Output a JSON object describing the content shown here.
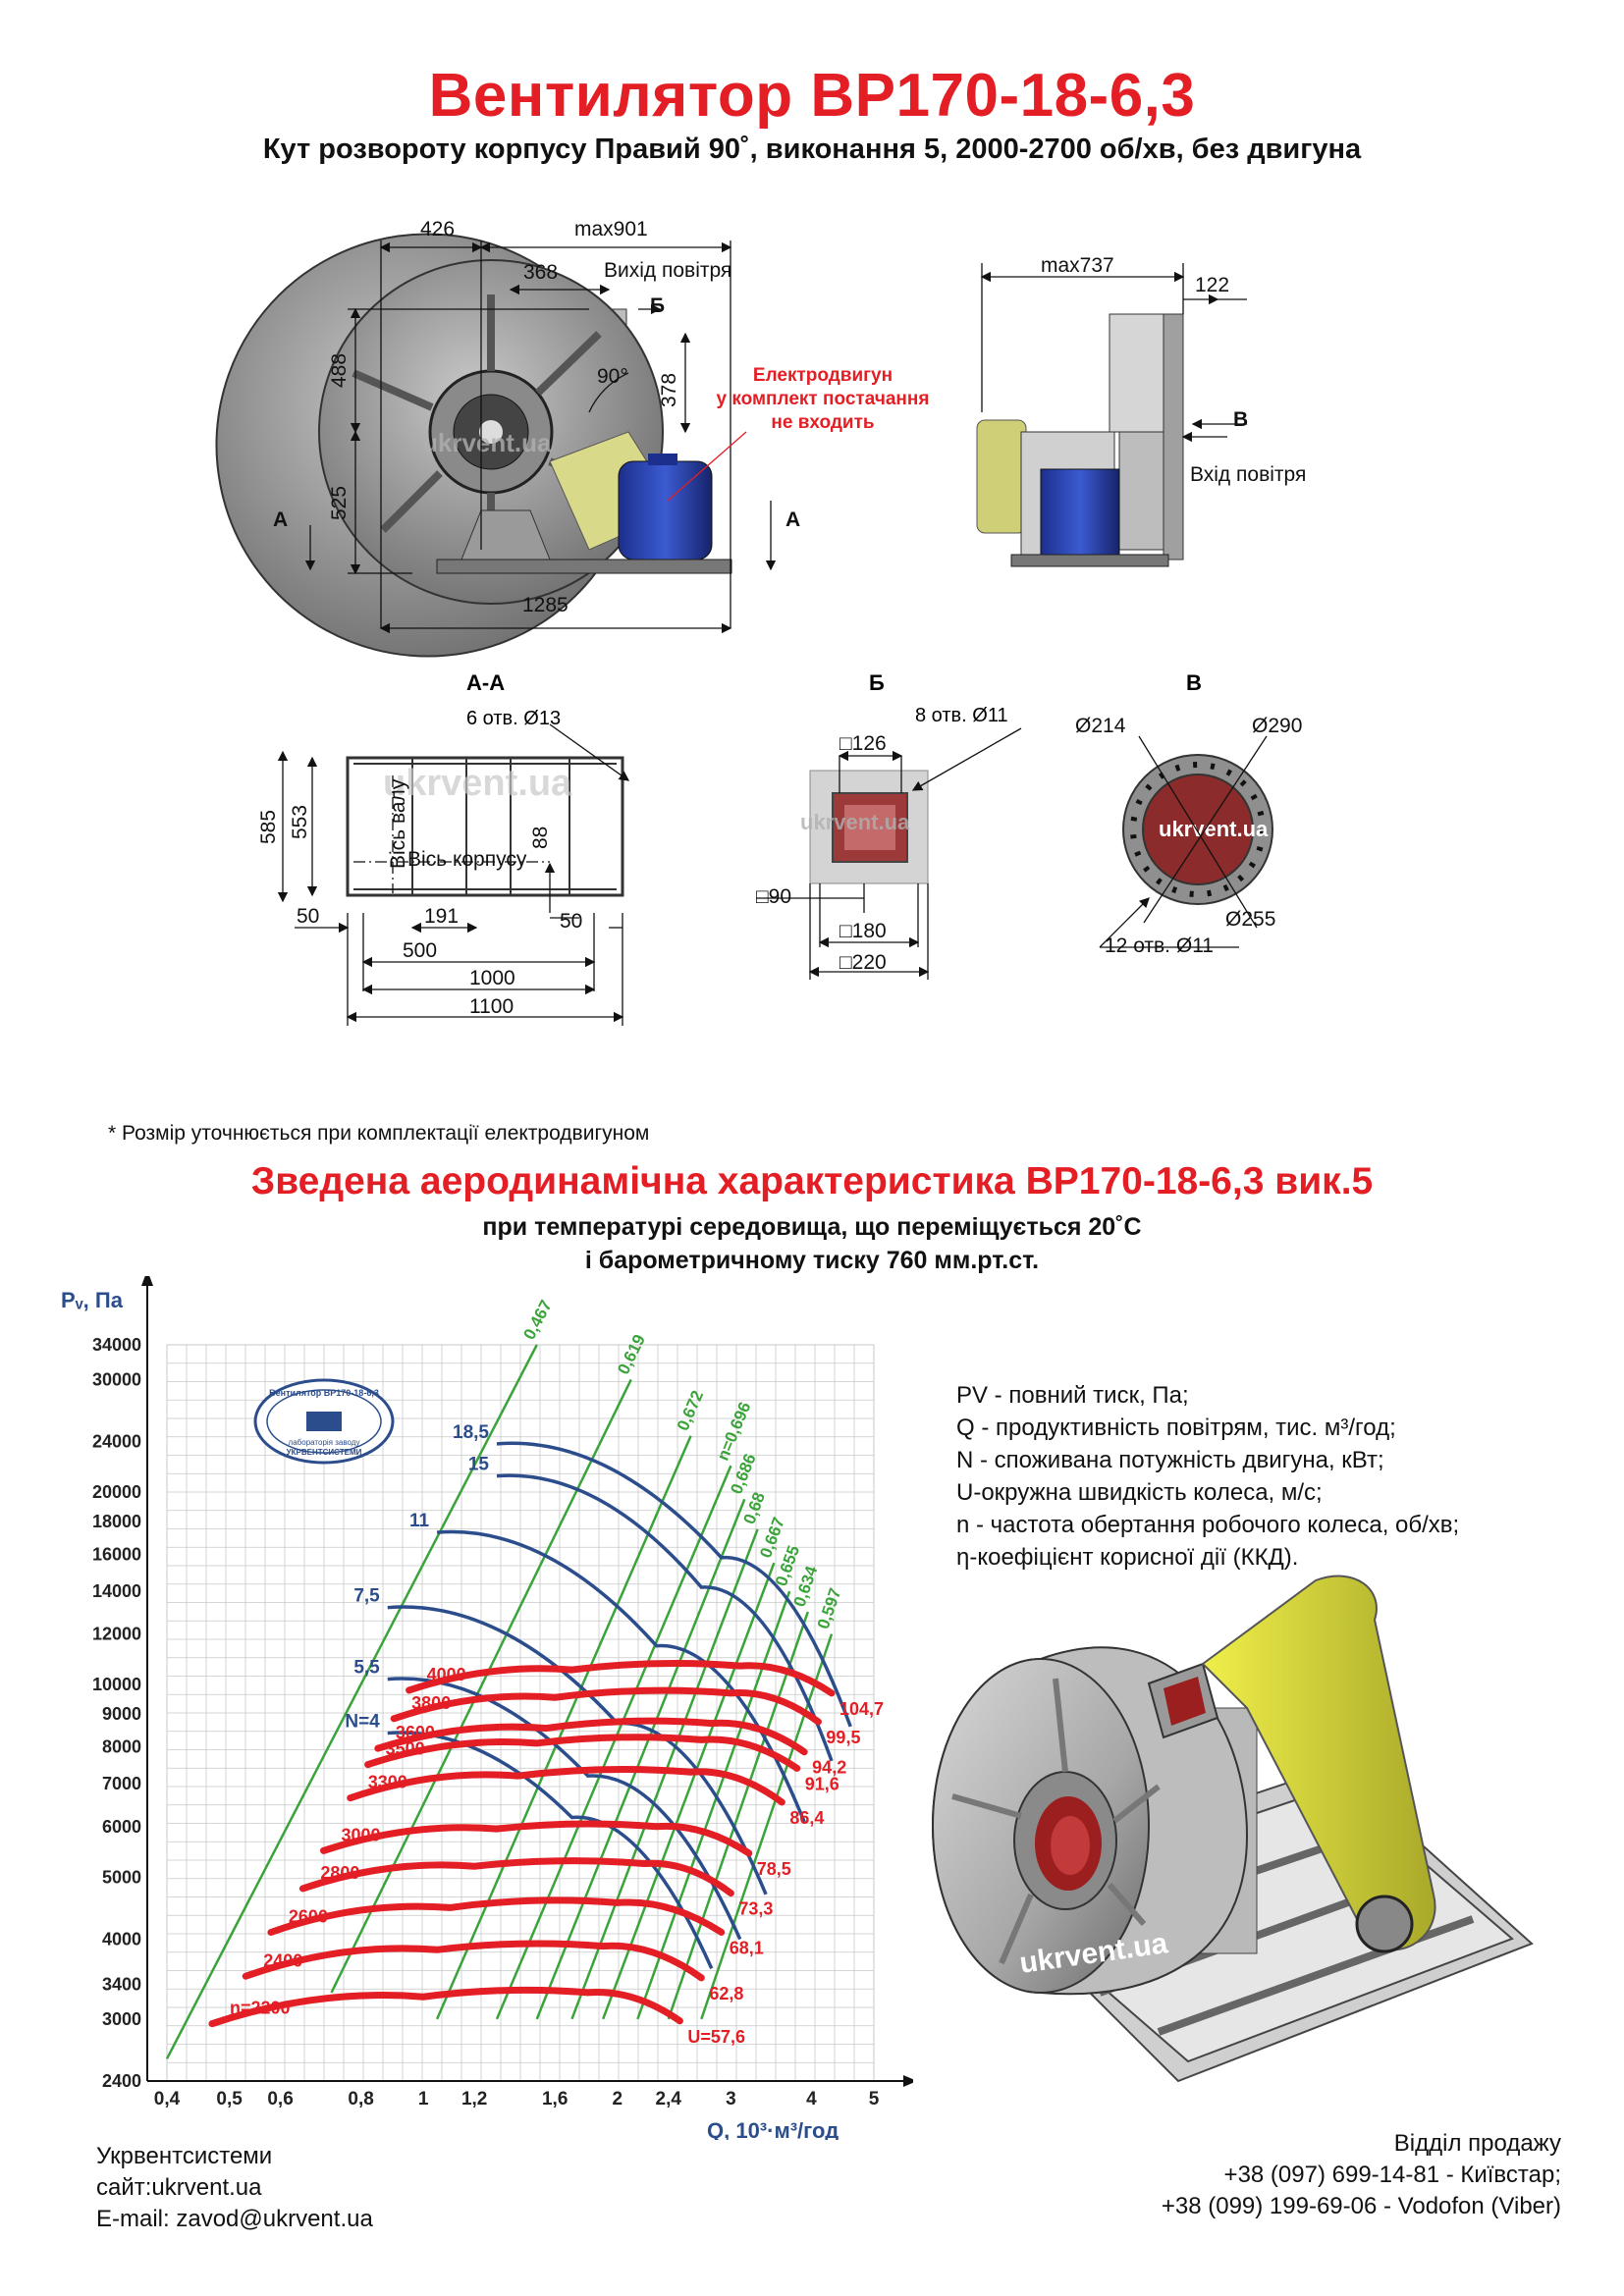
{
  "header": {
    "title": "Вентилятор ВР170-18-6,3",
    "subtitle": "Кут розвороту корпусу Правий 90˚, виконання 5, 2000-2700 об/хв, без двигуна"
  },
  "drawing": {
    "front": {
      "dims": [
        "426",
        "max901",
        "368",
        "488",
        "525",
        "378",
        "1285",
        "90°"
      ],
      "outlet_label": "Вихід повітря",
      "section_b": "Б",
      "section_a": "А",
      "motor_note": [
        "Електродвигун",
        "у комплект постачання",
        "не входить"
      ],
      "watermark": "ukrvent.ua"
    },
    "side": {
      "dims": [
        "max737",
        "122"
      ],
      "section_v": "В",
      "inlet_label": "Вхід повітря"
    },
    "section_aa": {
      "title": "А-А",
      "holes": "6 отв. Ø13",
      "dims": [
        "585",
        "553",
        "88",
        "50",
        "191",
        "50",
        "500",
        "1000",
        "1100"
      ],
      "shaft_axis": "Вісь валу",
      "body_axis": "Вісь корпусу"
    },
    "section_b_view": {
      "title": "Б",
      "holes": "8 отв. Ø11",
      "dims": [
        "□126",
        "□90",
        "□180",
        "□220"
      ]
    },
    "section_v_view": {
      "title": "В",
      "dims": [
        "Ø214",
        "Ø290",
        "Ø255"
      ],
      "holes": "12 отв. Ø11"
    },
    "footnote": "* Розмір уточнюється при комплектації електродвигуном"
  },
  "chart_title": {
    "title": "Зведена аеродинамічна характеристика ВР170-18-6,3 вик.5",
    "line1": "при температурі середовища, що переміщується 20˚С",
    "line2": "і барометричному тиску 760 мм.рт.ст."
  },
  "chart_data": {
    "type": "line",
    "xlabel": "Q, 10³·м³/год",
    "ylabel": "Pᵥ, Па",
    "x_scale": "log",
    "y_scale": "log",
    "xlim": [
      0.4,
      5
    ],
    "ylim": [
      2400,
      34000
    ],
    "x_ticks": [
      "0,4",
      "0,5",
      "0,6",
      "0,8",
      "1",
      "1,2",
      "1,6",
      "2",
      "2,4",
      "3",
      "4",
      "5"
    ],
    "x_tick_values": [
      0.4,
      0.5,
      0.6,
      0.8,
      1,
      1.2,
      1.6,
      2,
      2.4,
      3,
      4,
      5
    ],
    "y_ticks": [
      "2400",
      "3000",
      "3400",
      "4000",
      "5000",
      "6000",
      "7000",
      "8000",
      "9000",
      "10000",
      "12000",
      "14000",
      "16000",
      "18000",
      "20000",
      "24000",
      "30000",
      "34000"
    ],
    "y_tick_values": [
      2400,
      3000,
      3400,
      4000,
      5000,
      6000,
      7000,
      8000,
      9000,
      10000,
      12000,
      14000,
      16000,
      18000,
      20000,
      24000,
      30000,
      34000
    ],
    "speed_curves": [
      {
        "rpm": "n=2200",
        "u": "U=57,6",
        "x": [
          0.47,
          1.0,
          1.8,
          2.5
        ],
        "y": [
          2950,
          3250,
          3300,
          2980
        ]
      },
      {
        "rpm": "2400",
        "u": "62,8",
        "x": [
          0.53,
          1.05,
          1.9,
          2.7
        ],
        "y": [
          3500,
          3850,
          3900,
          3480
        ]
      },
      {
        "rpm": "2600",
        "u": "68,1",
        "x": [
          0.58,
          1.1,
          2.0,
          2.9
        ],
        "y": [
          4100,
          4480,
          4560,
          4100
        ]
      },
      {
        "rpm": "2800",
        "u": "73,3",
        "x": [
          0.65,
          1.2,
          2.2,
          3.0
        ],
        "y": [
          4800,
          5200,
          5250,
          4720
        ]
      },
      {
        "rpm": "3000",
        "u": "78,5",
        "x": [
          0.7,
          1.3,
          2.3,
          3.2
        ],
        "y": [
          5500,
          5950,
          6000,
          5450
        ]
      },
      {
        "rpm": "3300",
        "u": "86,4",
        "x": [
          0.77,
          1.4,
          2.6,
          3.6
        ],
        "y": [
          6650,
          7200,
          7300,
          6550
        ]
      },
      {
        "rpm": "3500",
        "u": "91,6",
        "x": [
          0.82,
          1.5,
          2.7,
          3.8
        ],
        "y": [
          7500,
          8100,
          8200,
          7400
        ]
      },
      {
        "rpm": "3600",
        "u": "94,2",
        "x": [
          0.85,
          1.55,
          2.8,
          3.9
        ],
        "y": [
          7950,
          8550,
          8700,
          7850
        ]
      },
      {
        "rpm": "3800",
        "u": "99,5",
        "x": [
          0.9,
          1.6,
          3.0,
          4.1
        ],
        "y": [
          8850,
          9550,
          9700,
          8750
        ]
      },
      {
        "rpm": "4000",
        "u": "104,7",
        "x": [
          0.95,
          1.7,
          3.1,
          4.3
        ],
        "y": [
          9800,
          10550,
          10700,
          9700
        ]
      }
    ],
    "power_curves": [
      {
        "name": "N=4",
        "x": [
          0.88,
          1.7,
          2.8
        ],
        "y": [
          8400,
          6200,
          3600
        ]
      },
      {
        "name": "5,5",
        "x": [
          0.88,
          1.8,
          3.1
        ],
        "y": [
          10200,
          7200,
          4000
        ]
      },
      {
        "name": "7,5",
        "x": [
          0.88,
          2.0,
          3.4
        ],
        "y": [
          13200,
          8700,
          4700
        ]
      },
      {
        "name": "11",
        "x": [
          1.05,
          2.3,
          3.9
        ],
        "y": [
          17300,
          11500,
          6100
        ]
      },
      {
        "name": "15",
        "x": [
          1.3,
          2.7,
          4.3
        ],
        "y": [
          21200,
          14200,
          7600
        ]
      },
      {
        "name": "18,5",
        "x": [
          1.3,
          2.9,
          4.6
        ],
        "y": [
          23800,
          15800,
          8600
        ]
      }
    ],
    "efficiency_lines": [
      {
        "name": "0,467",
        "x": [
          0.4,
          1.5
        ],
        "y": [
          2600,
          34000
        ]
      },
      {
        "name": "0,619",
        "x": [
          0.72,
          2.1
        ],
        "y": [
          3300,
          30000
        ]
      },
      {
        "name": "0,672",
        "x": [
          1.05,
          2.6
        ],
        "y": [
          3000,
          24500
        ]
      },
      {
        "name": "n=0,696",
        "x": [
          1.3,
          3.0
        ],
        "y": [
          3000,
          22000
        ]
      },
      {
        "name": "0,686",
        "x": [
          1.5,
          3.15
        ],
        "y": [
          3000,
          19500
        ]
      },
      {
        "name": "0,68",
        "x": [
          1.7,
          3.3
        ],
        "y": [
          3000,
          17500
        ]
      },
      {
        "name": "0,667",
        "x": [
          1.9,
          3.5
        ],
        "y": [
          3000,
          15500
        ]
      },
      {
        "name": "0,655",
        "x": [
          2.15,
          3.7
        ],
        "y": [
          3000,
          14000
        ]
      },
      {
        "name": "0,634",
        "x": [
          2.4,
          3.95
        ],
        "y": [
          3000,
          13000
        ]
      },
      {
        "name": "0,597",
        "x": [
          2.7,
          4.3
        ],
        "y": [
          3000,
          12000
        ]
      }
    ],
    "colors": {
      "speed": "#e31e24",
      "power": "#2c4d8c",
      "efficiency": "#3aa33a",
      "grid": "#c8c8c8"
    }
  },
  "stamp": {
    "text": "Вентилятор ВР170-18-6,3",
    "lab": "лабораторія заводу",
    "brand": "УКРВЕНТСИСТЕМИ"
  },
  "legend": [
    "PV - повний тиск, Па;",
    "Q - продуктивність повітрям, тис. м³/год;",
    "N - споживана потужність двигуна, кВт;",
    "U-окружна швидкість колеса, м/с;",
    "n - частота обертання робочого колеса, об/хв;",
    "η-коефіцієнт корисної дії (ККД)."
  ],
  "render_watermark": "ukrvent.ua",
  "footer_left": [
    "Укрвентсистеми",
    "сайт:ukrvent.ua",
    "E-mail: zavod@ukrvent.ua"
  ],
  "footer_right": [
    "Відділ продажу",
    "+38 (097) 699-14-81 - Київстар;",
    "+38 (099) 199-69-06 - Vodofon (Viber)"
  ]
}
